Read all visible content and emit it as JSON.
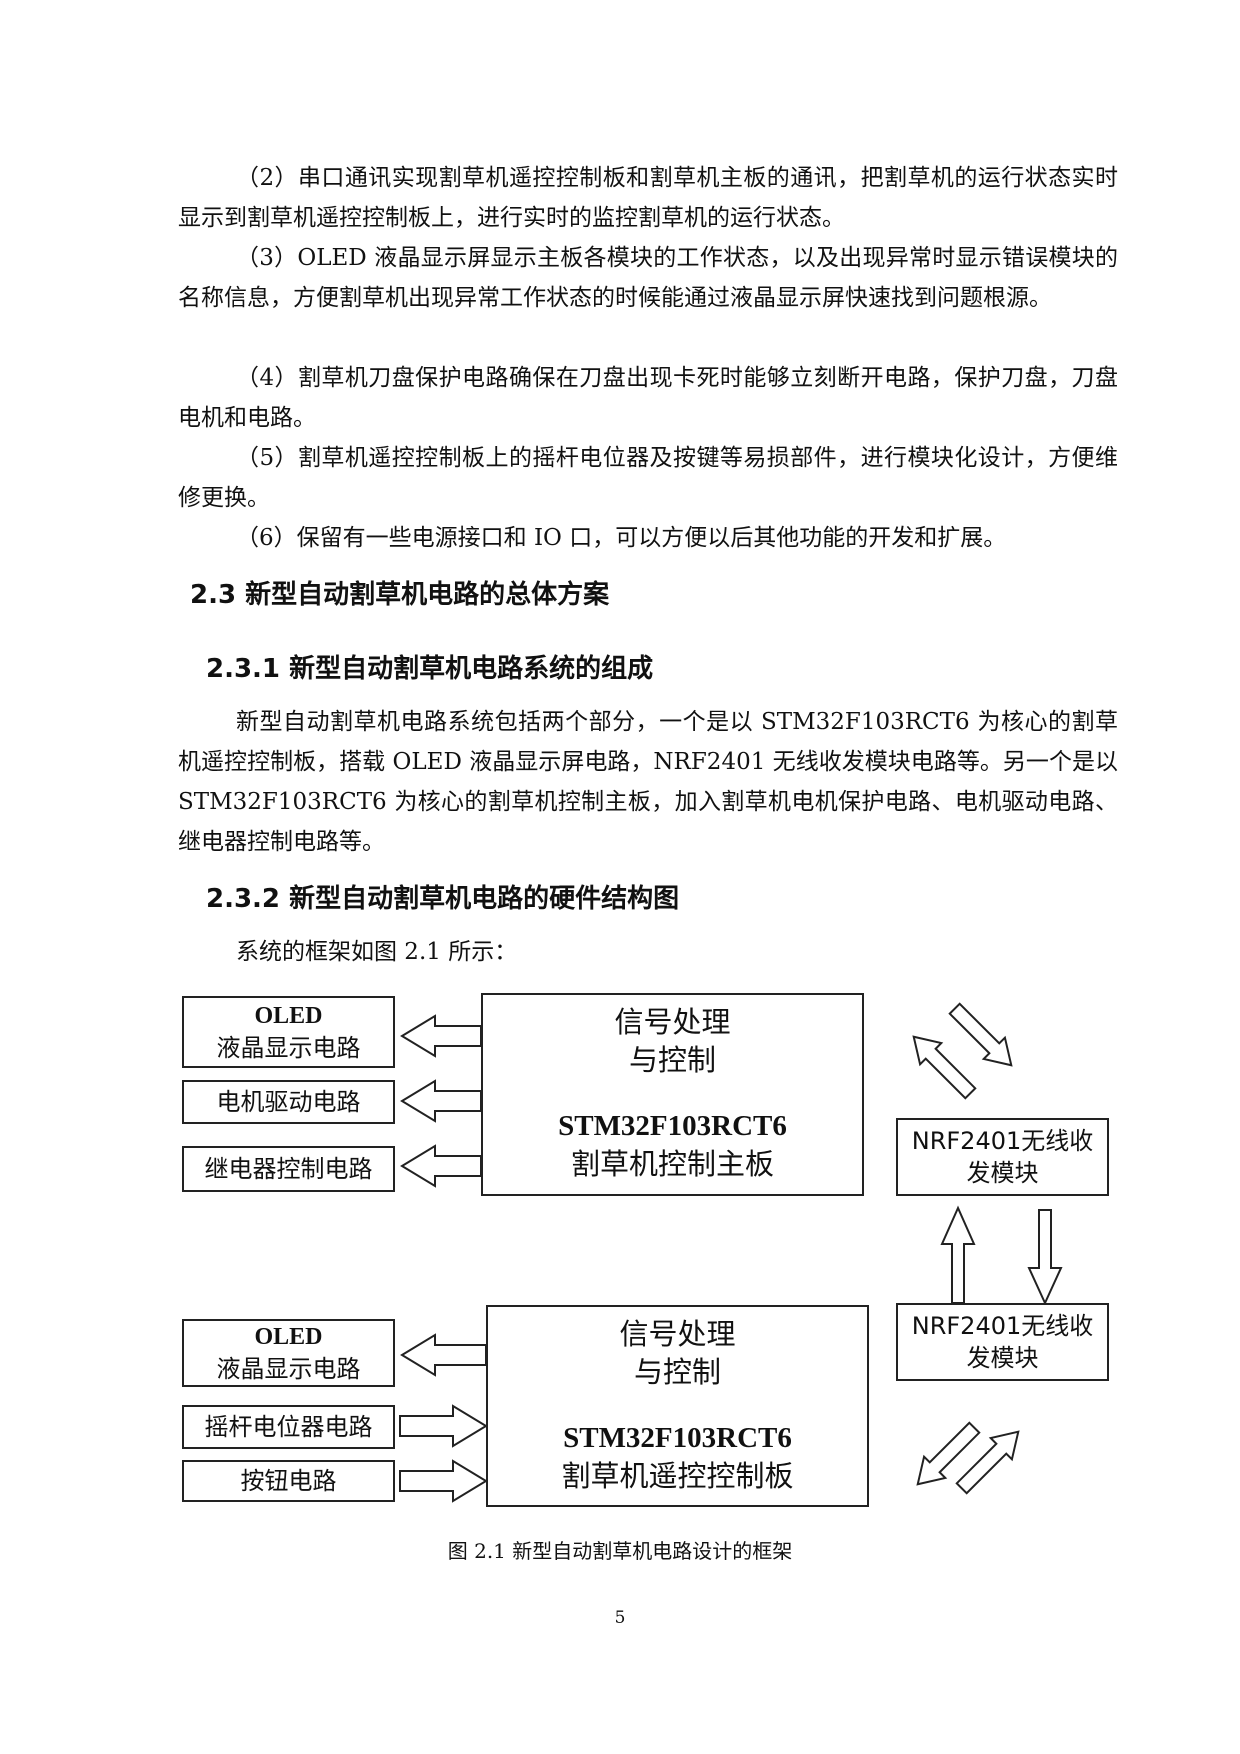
{
  "body": {
    "p1": "（2）串口通讯实现割草机遥控控制板和割草机主板的通讯，把割草机的运行状态实时显示到割草机遥控控制板上，进行实时的监控割草机的运行状态。",
    "p2": "（3）OLED 液晶显示屏显示主板各模块的工作状态，以及出现异常时显示错误模块的名称信息，方便割草机出现异常工作状态的时候能通过液晶显示屏快速找到问题根源。",
    "p3": "（4）割草机刀盘保护电路确保在刀盘出现卡死时能够立刻断开电路，保护刀盘，刀盘电机和电路。",
    "p4": "（5）割草机遥控控制板上的摇杆电位器及按键等易损部件，进行模块化设计，方便维修更换。",
    "p5": "（6）保留有一些电源接口和 IO 口，可以方便以后其他功能的开发和扩展。",
    "h23": "2.3 新型自动割草机电路的总体方案",
    "h231": "2.3.1 新型自动割草机电路系统的组成",
    "p6": "新型自动割草机电路系统包括两个部分，一个是以 STM32F103RCT6 为核心的割草机遥控控制板，搭载 OLED 液晶显示屏电路，NRF2401 无线收发模块电路等。另一个是以 STM32F103RCT6 为核心的割草机控制主板，加入割草机电机保护电路、电机驱动电路、继电器控制电路等。",
    "h232": "2.3.2 新型自动割草机电路的硬件结构图",
    "p7": "系统的框架如图 2.1 所示："
  },
  "diagram": {
    "top": {
      "oled_1": "OLED",
      "oled_2": "液晶显示电路",
      "motor": "电机驱动电路",
      "relay": "继电器控制电路",
      "core_1": "信号处理",
      "core_2": "与控制",
      "core_3": "STM32F103RCT6",
      "core_4": "割草机控制主板",
      "nrf_1": "NRF2401无线收",
      "nrf_2": "发模块"
    },
    "bottom": {
      "oled_1": "OLED",
      "oled_2": "液晶显示电路",
      "joystick": "摇杆电位器电路",
      "button": "按钮电路",
      "core_1": "信号处理",
      "core_2": "与控制",
      "core_3": "STM32F103RCT6",
      "core_4": "割草机遥控控制板",
      "nrf_1": "NRF2401无线收",
      "nrf_2": "发模块"
    }
  },
  "caption": "图 2.1 新型自动割草机电路设计的框架",
  "page_number": "5"
}
